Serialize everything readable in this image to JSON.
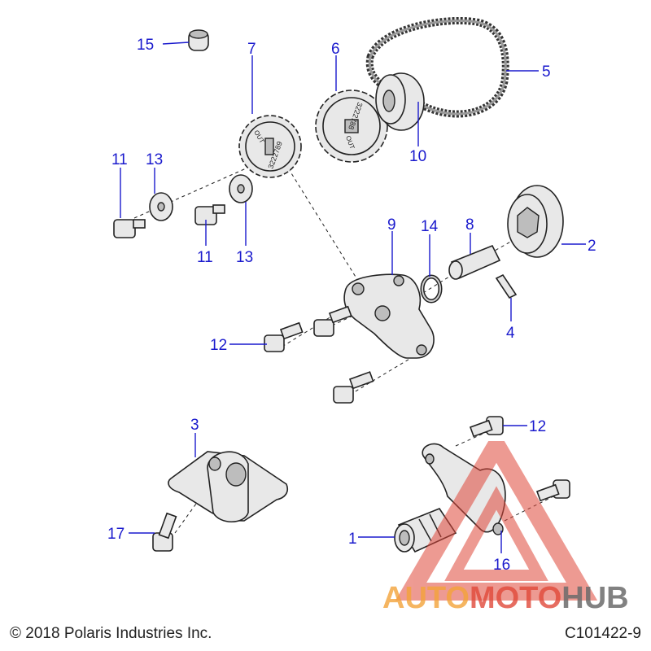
{
  "footer": {
    "copyright": "© 2018 Polaris Industries Inc.",
    "code": "C101422-9"
  },
  "watermark": {
    "part1": "AUTO",
    "part2": "MOTO",
    "part3": "HUB",
    "color_orange": "#f2a23a",
    "color_red": "#e0483a",
    "color_gray": "#6b6b6b"
  },
  "callouts": {
    "n1": "1",
    "n2": "2",
    "n3": "3",
    "n4": "4",
    "n5": "5",
    "n6": "6",
    "n7": "7",
    "n8": "8",
    "n9": "9",
    "n10": "10",
    "n11a": "11",
    "n11b": "11",
    "n12a": "12",
    "n12b": "12",
    "n13a": "13",
    "n13b": "13",
    "n14": "14",
    "n15": "15",
    "n16": "16",
    "n17": "17"
  },
  "part_stamps": {
    "sprocket_small": "3222789",
    "sprocket_small_out": "OUT",
    "sprocket_large": "3222788",
    "sprocket_large_out": "OUT"
  },
  "colors": {
    "callout": "#1a1acd",
    "line": "#222222"
  }
}
